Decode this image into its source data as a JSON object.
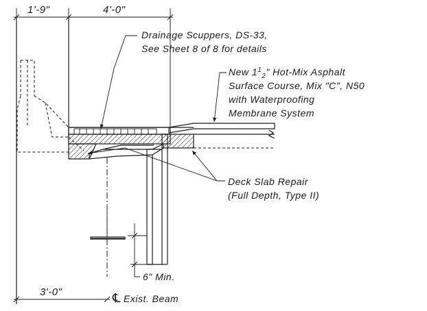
{
  "dimensions": {
    "top_left": "1'-9\"",
    "top_right": "4'-0\"",
    "bottom": "3'-0\""
  },
  "notes": {
    "scuppers_line1": "Drainage Scuppers, DS-33,",
    "scuppers_line2": "See Sheet 8 of 8 for details",
    "asphalt_line1_pre": "New 1",
    "asphalt_frac_num": "1",
    "asphalt_frac_den": "2",
    "asphalt_line1_post": "\" Hot-Mix Asphalt",
    "asphalt_line2": "Surface Course, Mix \"C\", N50",
    "asphalt_line3": "with Waterproofing",
    "asphalt_line4": "Membrane System",
    "deck_line1": "Deck Slab Repair",
    "deck_line2": "(Full Depth, Type II)",
    "min_clearance": "6\" Min.",
    "beam_symbol": "℄",
    "beam_label": "Exist. Beam"
  }
}
